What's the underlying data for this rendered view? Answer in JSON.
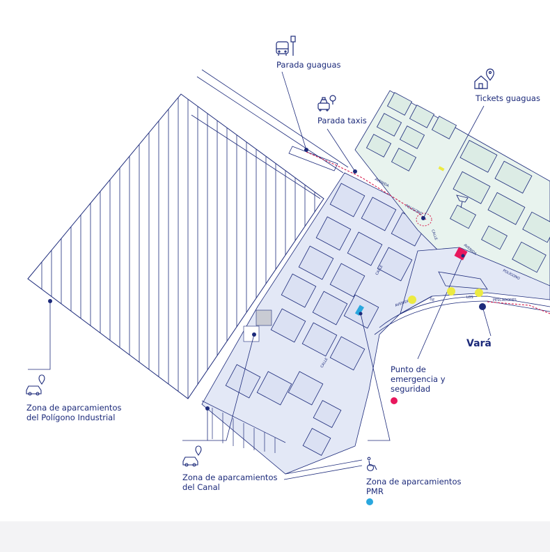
{
  "labels": {
    "bus_stop": "Parada guaguas",
    "taxi_stop": "Parada taxis",
    "bus_tickets": "Tickets guaguas",
    "place_name": "Vará",
    "emergency": [
      "Punto de",
      "emergencia y",
      "seguridad"
    ],
    "parking_industrial": [
      "Zona de aparcamientos",
      "del Polígono Industrial"
    ],
    "parking_canal": [
      "Zona de aparcamientos",
      "del Canal"
    ],
    "parking_pmr": [
      "Zona de aparcamientos",
      "PMR"
    ]
  },
  "streets": {
    "avenida_top": "AVENIDA",
    "poligono_top": "POLÍGONO",
    "calle_1": "CALLE",
    "avenida_right": "AVENIDA",
    "poligono_right": "POLÍGONO",
    "avenida_bottom": "AVENIDA",
    "de": "DE",
    "los": "LOS",
    "pescadores": "PESCADORES",
    "calle_2": "CALLE",
    "calle_3": "CALLE"
  },
  "colors": {
    "line": "#1c2a7a",
    "block_left_fill": "#e3e8f6",
    "block_right_fill": "#e8f3ee",
    "emergency_marker": "#e8175d",
    "pmr_marker": "#2aa7de",
    "yellow_marker": "#ecea42",
    "route": "#d6204f"
  },
  "icons": [
    "bus-icon",
    "taxi-icon",
    "home-pin-icon",
    "car-pin-icon",
    "wheelchair-icon"
  ]
}
